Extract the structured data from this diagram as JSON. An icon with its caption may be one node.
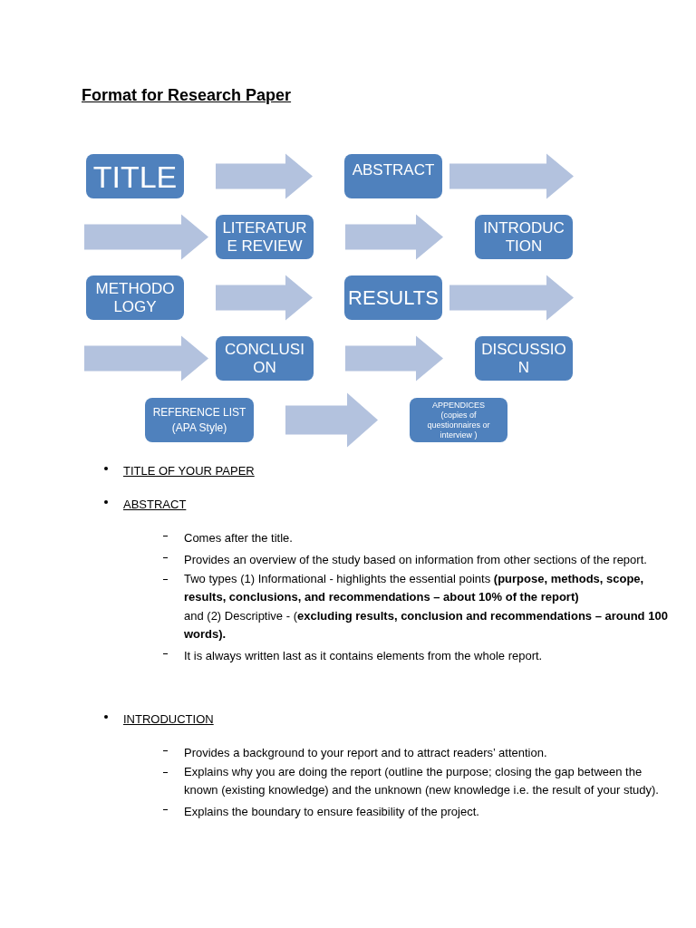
{
  "diagram": {
    "title": "Format for Research Paper",
    "nodes": [
      {
        "text": [
          "TITLE"
        ]
      },
      {
        "text": [
          "ABSTRACT"
        ]
      },
      {
        "text": [
          "LITERATUR E REVIEW"
        ]
      },
      {
        "text": [
          "INTRODUC TION"
        ]
      },
      {
        "text": [
          "METHODO LOGY"
        ]
      },
      {
        "text": [
          "RESULTS"
        ]
      },
      {
        "text": [
          "CONCLUSI ON"
        ]
      },
      {
        "text": [
          "DISCUSSIO N"
        ]
      },
      {
        "text": [
          "REFERENCE LIST (APA Style)"
        ]
      },
      {
        "text": [
          "APPENDICES",
          "(copies of questionnaires or interview )"
        ]
      }
    ],
    "edges": [
      {
        "from": 0,
        "to": 1,
        "arrow": "to"
      },
      {
        "from": 1,
        "to": null,
        "arrow": "to"
      },
      {
        "from": null,
        "to": 2,
        "arrow": "to"
      },
      {
        "from": 2,
        "to": 3,
        "arrow": "to"
      },
      {
        "from": 4,
        "to": 5,
        "arrow": "to"
      },
      {
        "from": 5,
        "to": null,
        "arrow": "to"
      },
      {
        "from": null,
        "to": 6,
        "arrow": "to"
      },
      {
        "from": 6,
        "to": 7,
        "arrow": "to"
      },
      {
        "from": 8,
        "to": 9,
        "arrow": "to"
      }
    ],
    "labels": [
      "TITLE OF YOUR PAPER",
      "ABSTRACT",
      "Comes after the title.",
      "Provides an overview of the study based on information from other sections of the report.",
      "Two types (1) Informational - highlights the essential points **(purpose, methods, scope, results, conclusions, and recommendations – about 10% of the report)**",
      "and (2) Descriptive - (**excluding results, conclusion and recommendations – around 100 words).**",
      "It is always written last as it contains elements from the whole report.",
      "INTRODUCTION",
      "Provides a background to your report and to attract readers’ attention.",
      "Explains why you are doing the report (outline the purpose; closing the gap between the known (existing knowledge) and the unknown (new knowledge i.e. the result of your study).",
      "Explains the boundary to ensure feasibility of the project."
    ]
  }
}
